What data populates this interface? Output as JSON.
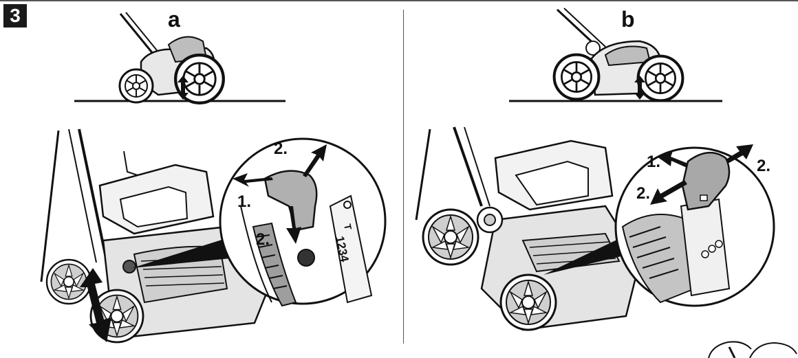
{
  "figure": {
    "number": "3"
  },
  "panels": [
    {
      "letter": "a"
    },
    {
      "letter": "b"
    }
  ],
  "callouts": {
    "a": {
      "step1": "1.",
      "step2_top": "2.",
      "step2_bottom": "2.",
      "scale": "1234",
      "scale_top": "T"
    },
    "b": {
      "step1": "1.",
      "step2_right": "2.",
      "step2_left": "2."
    }
  },
  "icons": [
    "double-arrow-icon",
    "wheel-icon",
    "lever-icon",
    "arrow-icon"
  ]
}
